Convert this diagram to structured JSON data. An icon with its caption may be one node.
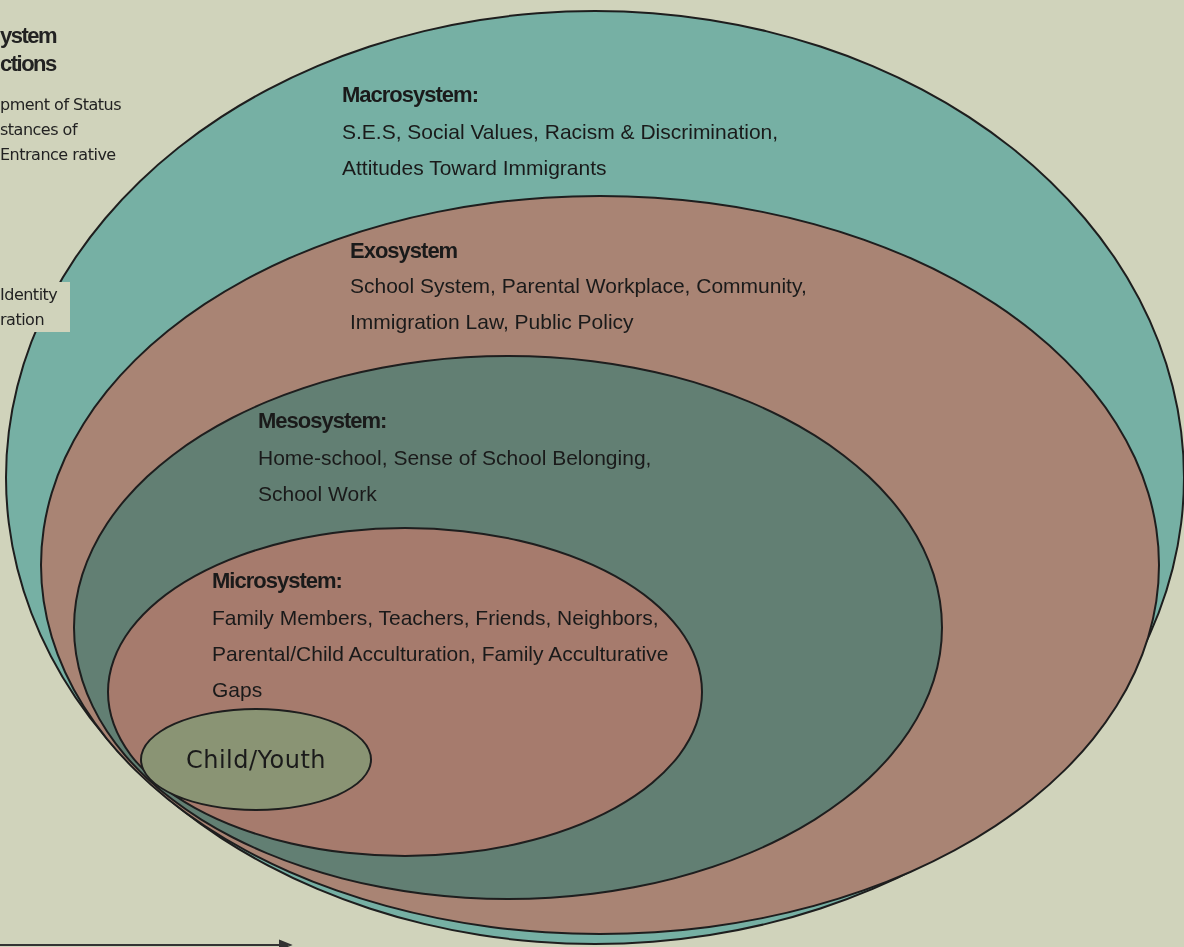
{
  "diagram": {
    "nodes": [
      {
        "text": [
          "Macrosystem:",
          "S.E.S, Social Values, Racism & Discrimination, Attitudes Toward Immigrants"
        ]
      },
      {
        "text": [
          "Exosystem",
          "School System, Parental Workplace, Community, Immigration Law, Public Policy"
        ],
        "in": 0
      },
      {
        "text": [
          "Mesosystem:",
          "Home-school, Sense of School Belonging, School Work"
        ],
        "in": 1
      },
      {
        "text": [
          "Microsystem:",
          "Family Members, Teachers, Friends, Neighbors, Parental/Child Acculturation, Family Acculturative Gaps"
        ],
        "in": 2
      },
      {
        "text": [
          "Child/Youth"
        ],
        "in": 3
      }
    ],
    "edges": [],
    "labels": [
      "ystem ctions",
      "pment of Status stances of Entrance rative",
      "Identity ration"
    ]
  }
}
